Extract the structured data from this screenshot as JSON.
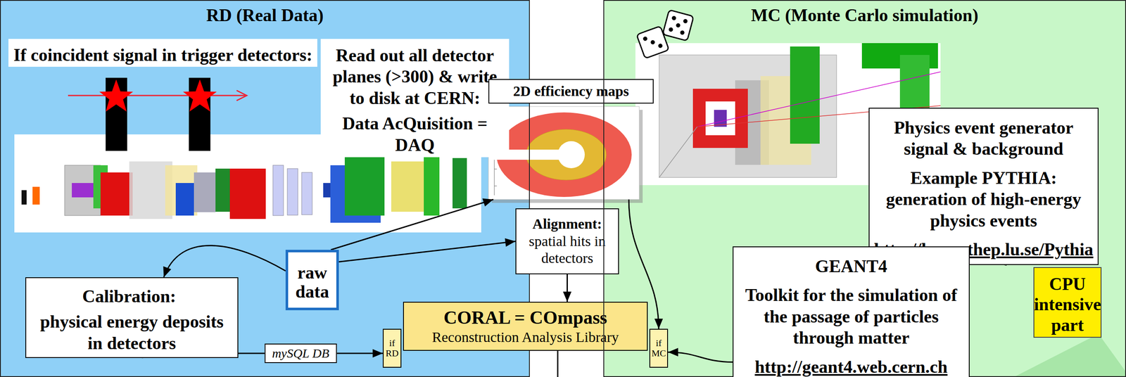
{
  "diagram": {
    "nodes": [
      {
        "text": [
          "RD (Real Data)"
        ]
      },
      {
        "text": [
          "If coincident signal in trigger detectors:",
          "Read out all detector planes (>300) & write to disk at CERN:",
          "Data AcQuisition = DAQ"
        ],
        "in": 0
      },
      {
        "text": [
          "raw data"
        ],
        "in": 0
      },
      {
        "text": [
          "Calibration:",
          "physical energy deposits in detectors"
        ],
        "in": 0
      },
      {
        "text": [
          "2D efficiency maps"
        ]
      },
      {
        "text": [
          "Alignment:",
          "spatial hits in detectors"
        ]
      },
      {
        "text": [
          "CORAL = COmpass",
          "Reconstruction Analysis Library"
        ]
      },
      {
        "text": [
          "if RD"
        ],
        "in": 6
      },
      {
        "text": [
          "if MC"
        ],
        "in": 6
      },
      {
        "text": [
          "MC (Monte Carlo simulation)"
        ]
      },
      {
        "text": [
          "Physics event generator signal & background",
          "Example PYTHIA: generation of high-energy physics events",
          "http://home.thep.lu.se/Pythia"
        ],
        "in": 9
      },
      {
        "text": [
          "GEANT4",
          "Toolkit for the simulation of the passage of particles through matter",
          "http://geant4.web.cern.ch"
        ],
        "in": 9
      },
      {
        "text": [
          "CPU intensive part"
        ],
        "in": 9
      }
    ],
    "edges": [
      {
        "from": 2,
        "to": 3,
        "arrow": "to"
      },
      {
        "from": 2,
        "to": 4,
        "arrow": "to"
      },
      {
        "from": 2,
        "to": 5,
        "arrow": "to"
      },
      {
        "from": 3,
        "to": 7,
        "label": "mySQL DB",
        "arrow": "to"
      },
      {
        "from": 5,
        "to": 6,
        "arrow": "to"
      },
      {
        "from": 4,
        "to": 8,
        "arrow": "to"
      },
      {
        "from": 11,
        "to": 8,
        "arrow": "to"
      },
      {
        "from": 10,
        "to": 11,
        "arrow": "to"
      }
    ]
  }
}
